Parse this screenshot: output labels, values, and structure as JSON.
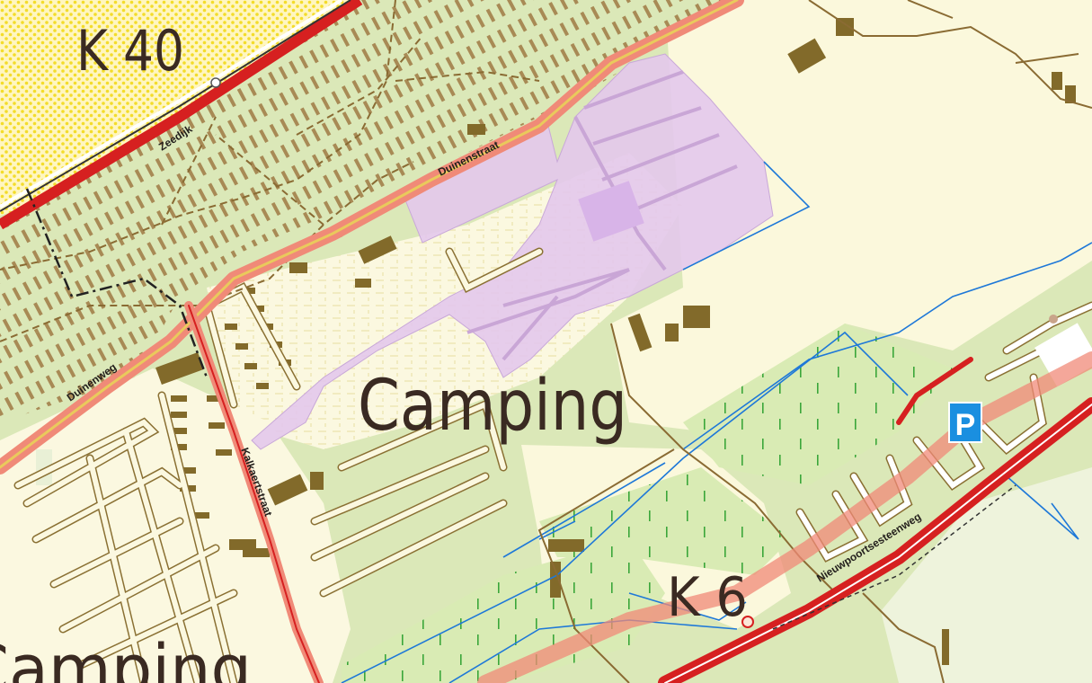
{
  "labels": {
    "zone_k40": "K 40",
    "zone_k6": "K 6",
    "camping_main": "Camping",
    "camping_bottom": "Camping"
  },
  "streets": {
    "zeedijk": "Zeedijk",
    "duinenstraat": "Duinenstraat",
    "duinenweg": "Duinenweg",
    "kalkaertstraat": "Kalkaertstraat",
    "nieuwpoortsesteenweg": "Nieuwpoortsesteenweg"
  },
  "parking": {
    "symbol": "P"
  },
  "colors": {
    "forest": "#dbe8b8",
    "open_land": "#fbf8dc",
    "sand_dots": "#f6e23a",
    "main_road": "#d62020",
    "road_casing": "#f08a78",
    "camping_area": "#e3c8ec",
    "building": "#826a2a",
    "water": "#1e78d8",
    "parking_blue": "#1a8fe0"
  }
}
